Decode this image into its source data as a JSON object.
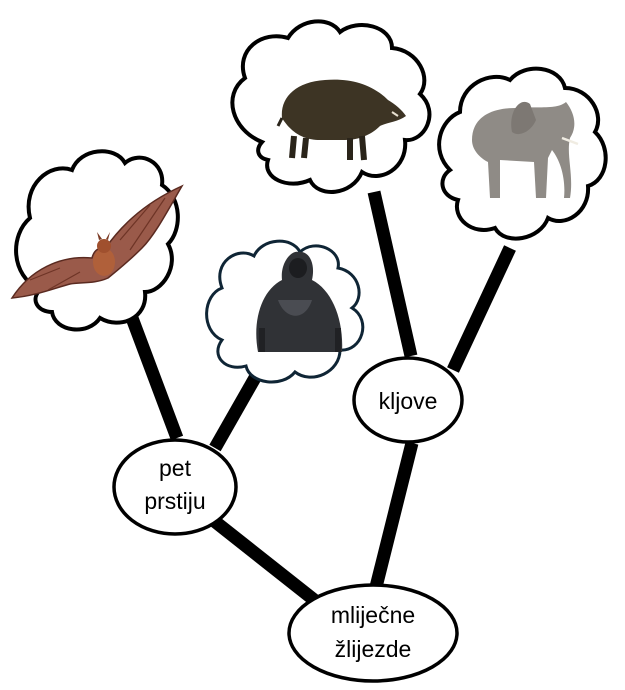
{
  "tree": {
    "root": {
      "line1": "mliječne",
      "line2": "žlijezde"
    },
    "left_node": {
      "line1": "pet",
      "line2": "prstiju"
    },
    "right_node": {
      "line1": "kljove"
    }
  },
  "leaves": [
    {
      "icon": "bat-image"
    },
    {
      "icon": "gorilla-image"
    },
    {
      "icon": "boar-image"
    },
    {
      "icon": "elephant-image"
    }
  ],
  "colors": {
    "line": "#000000",
    "cloud_stroke": "#000000",
    "cloud_stroke_gorilla": "#0f2535"
  }
}
